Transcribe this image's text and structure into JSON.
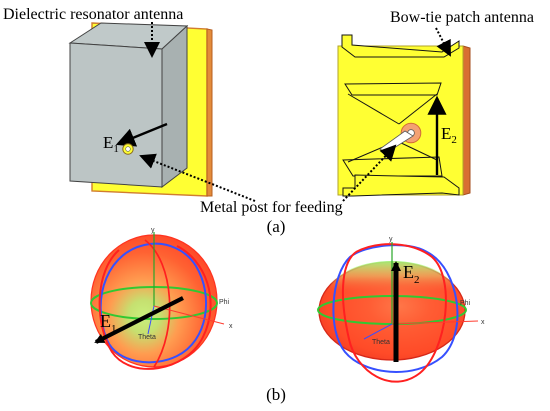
{
  "panel_a": {
    "caption": "(a)",
    "labels": {
      "dielectric_resonator_antenna": "Dielectric resonator antenna",
      "bow_tie_patch_antenna": "Bow-tie patch antenna",
      "metal_post_for_feeding": "Metal post for feeding"
    },
    "field_labels": {
      "left": {
        "base": "E",
        "sub": "1"
      },
      "right": {
        "base": "E",
        "sub": "2"
      }
    }
  },
  "panel_b": {
    "caption": "(b)",
    "field_labels": {
      "left": {
        "base": "E",
        "sub": "1"
      },
      "right": {
        "base": "E",
        "sub": "2"
      }
    },
    "axis_labels": {
      "left": {
        "y": "y",
        "x": "x",
        "phi": "Phi",
        "theta": "Theta"
      },
      "right": {
        "y": "y",
        "x": "x",
        "phi": "Phi",
        "theta": "Theta"
      }
    }
  },
  "colors": {
    "patch_yellow": "#ffff33",
    "substrate_orange": "#e38b3a",
    "dielectric_gray": "#b9c3c3",
    "pattern_red": "#ff4a2c",
    "pattern_green": "#68d94d",
    "ring_blue": "#3650ff",
    "ring_red": "#ff2020",
    "ring_green": "#32c832",
    "arrow_black": "#000000"
  }
}
